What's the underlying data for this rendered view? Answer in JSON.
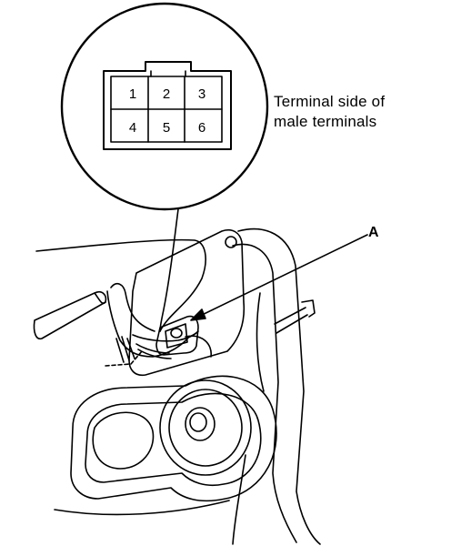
{
  "connector": {
    "terminals": [
      {
        "number": "1"
      },
      {
        "number": "2"
      },
      {
        "number": "3"
      },
      {
        "number": "4"
      },
      {
        "number": "5"
      },
      {
        "number": "6"
      }
    ]
  },
  "caption": {
    "line1": "Terminal side of",
    "line2": "male terminals"
  },
  "callout": {
    "label": "A"
  },
  "colors": {
    "ink": "#000000",
    "background": "#ffffff"
  }
}
